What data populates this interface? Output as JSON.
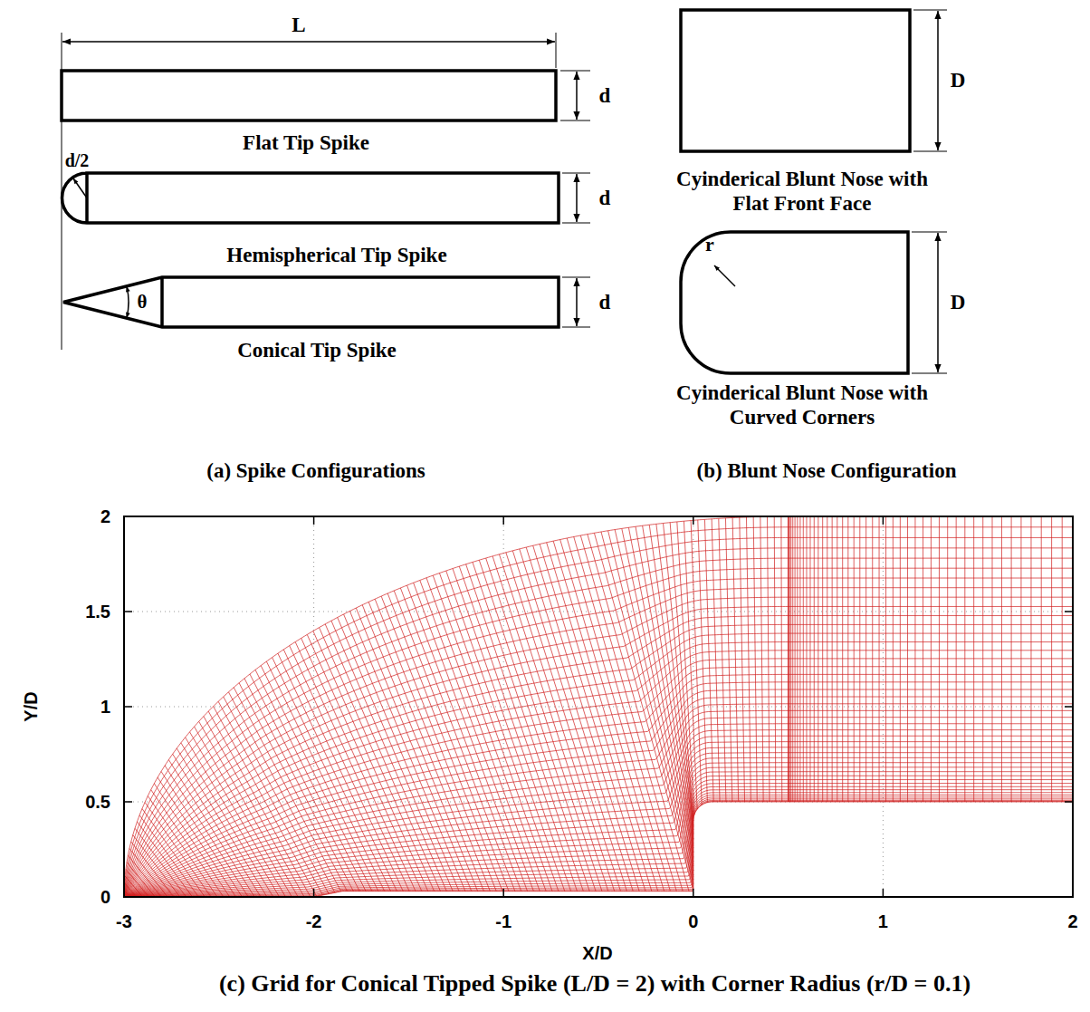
{
  "diagram": {
    "nodes": [
      {
        "text": [
          "Flat Tip Spike"
        ]
      },
      {
        "text": [
          "Hemispherical Tip Spike"
        ]
      },
      {
        "text": [
          "Conical Tip Spike"
        ]
      },
      {
        "text": [
          "Cyinderical Blunt Nose with Flat Front Face"
        ]
      },
      {
        "text": [
          "Cyinderical Blunt Nose with Curved Corners"
        ]
      }
    ],
    "labels": [
      "L",
      "d",
      "d",
      "d",
      "d/2",
      "θ",
      "D",
      "D",
      "r",
      "(a) Spike Configurations",
      "(b) Blunt Nose Configuration",
      "2",
      "1.5",
      "1",
      "0.5",
      "0",
      "-3",
      "-2",
      "-1",
      "0",
      "1",
      "2",
      "Y/D",
      "X/D",
      "(c) Grid for Conical Tipped Spike (L/D = 2) with Corner Radius (r/D = 0.1)"
    ]
  }
}
